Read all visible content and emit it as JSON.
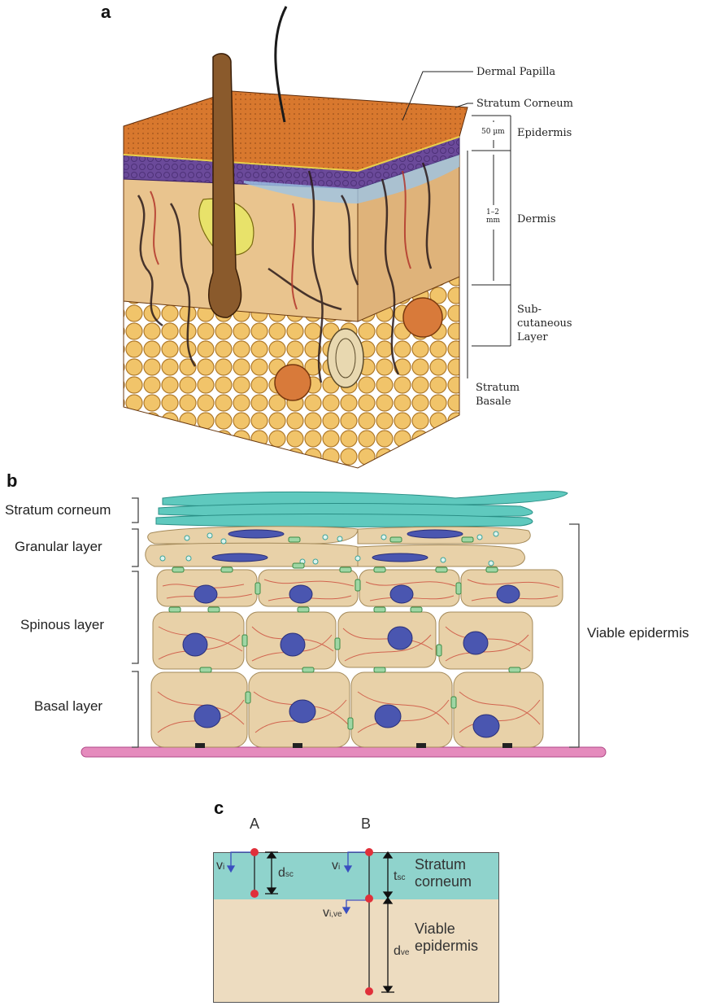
{
  "panel_a": {
    "letter": "a",
    "labels": {
      "dermal_papilla": "Dermal Papilla",
      "stratum_corneum": "Stratum Corneum",
      "epidermis": "Epidermis",
      "dermis": "Dermis",
      "subcutaneous": [
        "Sub-",
        "cutaneous",
        "Layer"
      ],
      "stratum_basale": [
        "Stratum",
        "Basale"
      ]
    },
    "scale": {
      "epidermis_thickness": "50 µm",
      "dermis_thickness": [
        "1–2",
        "mm"
      ]
    }
  },
  "panel_b": {
    "letter": "b",
    "layers": [
      "Stratum corneum",
      "Granular layer",
      "Spinous layer",
      "Basal layer"
    ],
    "bracket_label": "Viable epidermis"
  },
  "panel_c": {
    "letter": "c",
    "columns": [
      "A",
      "B"
    ],
    "layers": {
      "top": [
        "Stratum",
        "corneum"
      ],
      "bottom": [
        "Viable",
        "epidermis"
      ]
    },
    "symbols": {
      "vi_a": {
        "base": "v",
        "sub": "i"
      },
      "d_sc": {
        "base": "d",
        "sub": "sc"
      },
      "vi_b": {
        "base": "v",
        "sub": "i"
      },
      "t_sc": {
        "base": "t",
        "sub": "sc"
      },
      "vi_ve": {
        "base": "v",
        "sub": "i,ve"
      },
      "d_ve": {
        "base": "d",
        "sub": "ve"
      }
    },
    "colors": {
      "stratum_corneum": "#8fd3cc",
      "viable_epidermis": "#eddcc0",
      "point": "#e0303a",
      "velocity_arrow": "#3a4fc0"
    }
  }
}
